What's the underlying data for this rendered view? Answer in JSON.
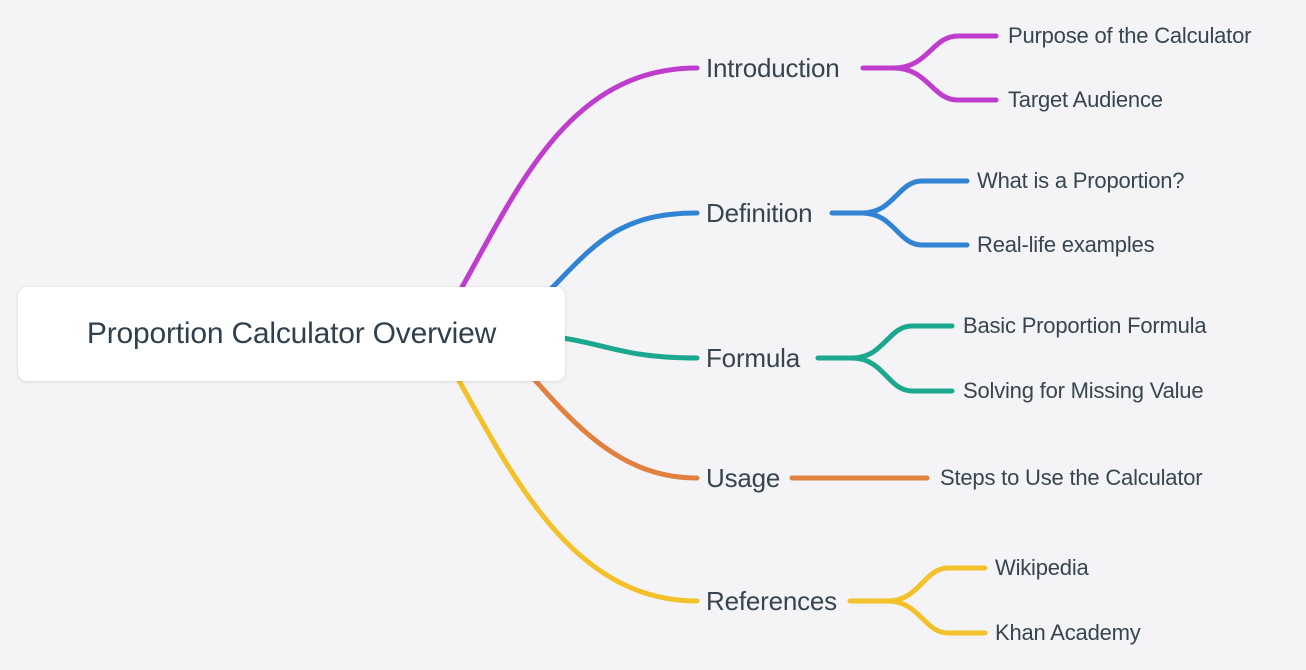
{
  "diagram": {
    "type": "mindmap",
    "background_color": "#f4f4f6",
    "text_color": "#36454f",
    "root": {
      "label": "Proportion Calculator Overview",
      "bg_color": "#ffffff"
    },
    "branches": [
      {
        "label": "Introduction",
        "color": "#bf3dcc",
        "children": [
          "Purpose of the Calculator",
          "Target Audience"
        ]
      },
      {
        "label": "Definition",
        "color": "#3183d4",
        "children": [
          "What is a Proportion?",
          "Real-life examples"
        ]
      },
      {
        "label": "Formula",
        "color": "#1ca78f",
        "children": [
          "Basic Proportion Formula",
          "Solving for Missing Value"
        ]
      },
      {
        "label": "Usage",
        "color": "#e08140",
        "children": [
          "Steps to Use the Calculator"
        ]
      },
      {
        "label": "References",
        "color": "#f3c129",
        "children": [
          "Wikipedia",
          "Khan Academy"
        ]
      }
    ]
  }
}
